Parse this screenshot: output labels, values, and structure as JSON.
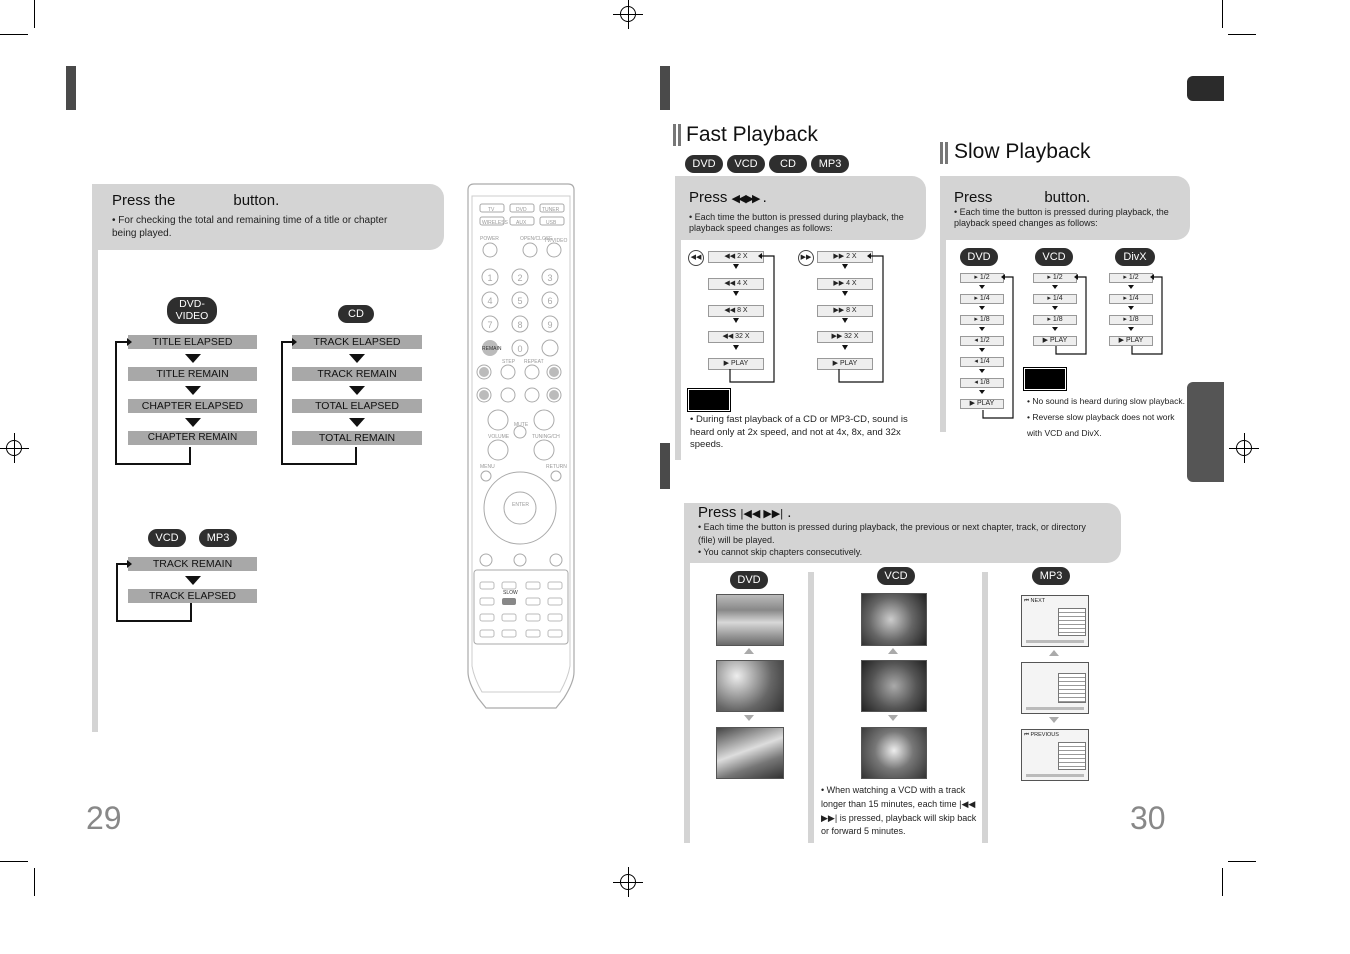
{
  "left_page": {
    "press_prefix": "Press the",
    "press_suffix": "button.",
    "bullet": "For checking the total and remaining time of a title or chapter being played.",
    "badge_dvd": "DVD-VIDEO",
    "badge_cd": "CD",
    "badge_vcd": "VCD",
    "badge_mp3": "MP3",
    "dvd_steps": [
      "TITLE ELAPSED",
      "TITLE REMAIN",
      "CHAPTER ELAPSED",
      "CHAPTER REMAIN"
    ],
    "cd_steps": [
      "TRACK ELAPSED",
      "TRACK REMAIN",
      "TOTAL ELAPSED",
      "TOTAL REMAIN"
    ],
    "vcd_steps": [
      "TRACK REMAIN",
      "TRACK ELAPSED"
    ],
    "page_number": "29"
  },
  "remote": {
    "top_buttons": [
      "TV",
      "DVD",
      "TUNER",
      "WIRELESS",
      "AUX",
      "USB"
    ],
    "labels": [
      "POWER",
      "OPEN/CLOSE",
      "TV/VIDEO",
      "REMAIN",
      "STEP",
      "REPEAT",
      "VOLUME",
      "MUTE",
      "TUNING/CH",
      "MENU",
      "RETURN",
      "ENTER",
      "SLOW"
    ],
    "digits": [
      "1",
      "2",
      "3",
      "4",
      "5",
      "6",
      "7",
      "8",
      "9",
      "0"
    ]
  },
  "fast": {
    "title": "Fast Playback",
    "badges": [
      "DVD",
      "VCD",
      "CD",
      "MP3"
    ],
    "press": "Press",
    "bullet": "Each time the button is pressed during playback, the playback speed changes as follows:",
    "rev_steps": [
      "2 X",
      "4 X",
      "8 X",
      "32 X",
      "PLAY"
    ],
    "fwd_steps": [
      "2 X",
      "4 X",
      "8 X",
      "32 X",
      "PLAY"
    ],
    "note": "During fast playback of a CD or MP3-CD, sound is heard only at 2x speed, and not at 4x, 8x, and 32x speeds."
  },
  "slow": {
    "title": "Slow Playback",
    "press_prefix": "Press",
    "press_suffix": "button.",
    "bullet": "Each time the button is pressed during playback, the playback speed changes as follows:",
    "badges": [
      "DVD",
      "VCD",
      "DivX"
    ],
    "dvd_steps": [
      "1/2",
      "1/4",
      "1/8",
      "1/2",
      "1/4",
      "1/8",
      "PLAY"
    ],
    "vcd_steps": [
      "1/2",
      "1/4",
      "1/8",
      "PLAY"
    ],
    "divx_steps": [
      "1/2",
      "1/4",
      "1/8",
      "PLAY"
    ],
    "note1": "No sound is heard during slow playback.",
    "note2": "Reverse slow playback does not work with VCD and DivX."
  },
  "skip": {
    "press": "Press",
    "bullet1": "Each time the button is pressed during playback, the previous or next chapter, track, or directory (file) will be played.",
    "bullet2": "You cannot skip chapters consecutively.",
    "badges": [
      "DVD",
      "VCD",
      "MP3"
    ],
    "mp3_next": "NEXT",
    "mp3_prev": "PREVIOUS",
    "vcd_note_a": "When watching a VCD with a track longer than 15 minutes, each time",
    "vcd_note_b": "is pressed, playback will skip back or forward 5 minutes."
  },
  "right_page_number": "30"
}
